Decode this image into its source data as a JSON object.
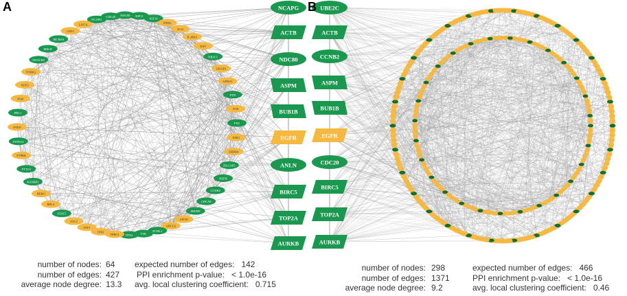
{
  "panels": [
    {
      "label": "A",
      "hubs": [
        "NCAPG",
        "ACTB",
        "NDC80",
        "ASPM",
        "BUB1B",
        "EGFR",
        "ANLN",
        "BIRC5",
        "TOP2A",
        "AURKB"
      ],
      "ring_nodes": [
        "NCAPG",
        "CDC20",
        "NDC80",
        "KIF11",
        "KIF14",
        "ITPR1",
        "IL33",
        "IL20RA",
        "IGF1",
        "NR3C1",
        "GRAP2",
        "GFRA1",
        "PTN",
        "FOS",
        "FN1",
        "ESR1",
        "ERBB4",
        "DLGAP5",
        "NEFH",
        "CCNB2",
        "CDCA8",
        "HJURP",
        "APOD",
        "ABCG2",
        "ECHL1",
        "TTK",
        "TPX2",
        "TPRG1",
        "TP63",
        "TFF1",
        "STC2",
        "STAT5",
        "RPL4",
        "RERG",
        "RANBP2",
        "PTTG1",
        "PTPRK",
        "PTPN13",
        "PTEN",
        "PRC1",
        "PGR",
        "NUF2",
        "NTRK2",
        "NOTCH1",
        "MELK",
        "MCM10",
        "LRP2",
        "LIN7A"
      ],
      "stats_left": [
        {
          "k": "number of nodes:",
          "v": "64"
        },
        {
          "k": "number of edges:",
          "v": "427"
        },
        {
          "k": "average node degree:",
          "v": "13.3"
        }
      ],
      "stats_right": [
        {
          "k": "expected number of edges:",
          "v": "142"
        },
        {
          "k": "PPI enrichment p-value:",
          "v": "< 1.0e-16"
        },
        {
          "k": "avg. local clustering coefficient:",
          "v": "0.715"
        }
      ]
    },
    {
      "label": "B",
      "hubs": [
        "UBE2C",
        "ACTB",
        "CCNB2",
        "ASPM",
        "BUB1B",
        "EGFR",
        "CDC20",
        "BIRC5",
        "TOP2A",
        "AURKB"
      ],
      "stats_left": [
        {
          "k": "number of nodes:",
          "v": "298"
        },
        {
          "k": "number of edges:",
          "v": "1371"
        },
        {
          "k": "average node degree:",
          "v": "9.2"
        }
      ],
      "stats_right": [
        {
          "k": "expected number of edges:",
          "v": "466"
        },
        {
          "k": "PPI enrichment p-value:",
          "v": "< 1.0e-16"
        },
        {
          "k": "avg. local clustering coefficient:",
          "v": "0.46"
        }
      ]
    }
  ],
  "colors": {
    "green": "#1a9850",
    "orange": "#f5b942",
    "edge": "#9a9a9a",
    "dark_green": "#0f6e38"
  }
}
